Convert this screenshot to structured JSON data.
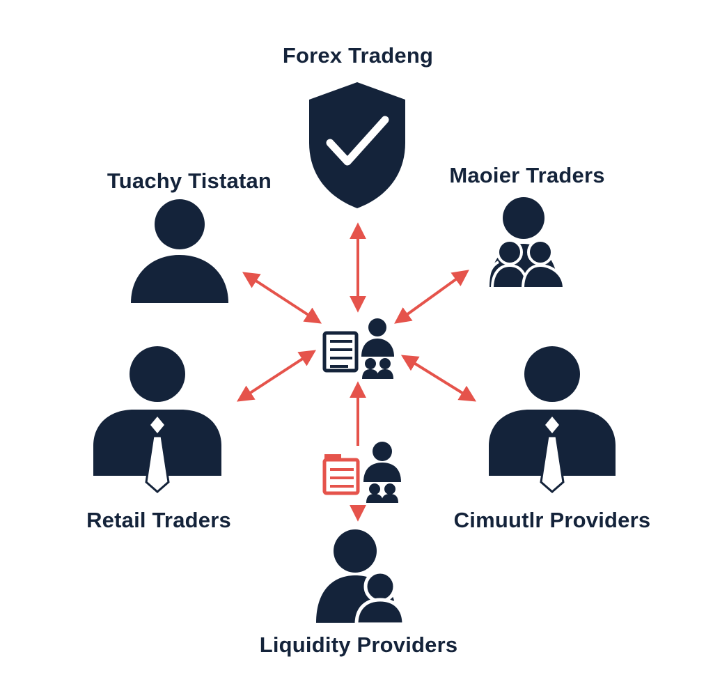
{
  "diagram": {
    "title": "Forex Tradeng",
    "labels": {
      "top_left": "Tuachy Tistatan",
      "top_right": "Maoier Traders",
      "retail": "Retail Traders",
      "right_providers": "Cimuutlr Providers",
      "liquidity": "Liquidity Providers"
    },
    "icons": {
      "hub": "document-people-icon",
      "secondary_hub": "document-people-icon",
      "shield": "shield-check-icon",
      "top_left": "person-icon",
      "top_right": "group-icon",
      "retail": "businessman-icon",
      "right_providers": "businessman-icon",
      "liquidity": "two-people-icon"
    },
    "colors": {
      "icon": "#14233a",
      "arrow": "#e5534b",
      "text": "#14233a"
    }
  }
}
